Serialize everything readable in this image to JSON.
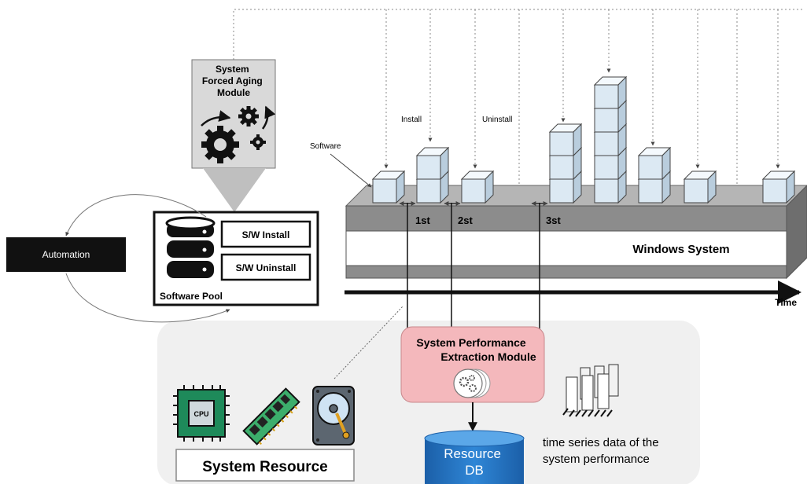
{
  "aging_module": {
    "title": "System Forced Aging Module",
    "title_lines": [
      "System",
      "Forced Aging",
      "Module"
    ]
  },
  "software_pool": {
    "label": "Software Pool",
    "install_label": "S/W Install",
    "uninstall_label": "S/W Uninstall"
  },
  "automation": {
    "label": "Automation"
  },
  "timeline": {
    "software_label": "Software",
    "install_label": "Install",
    "uninstall_label": "Uninstall",
    "step_1": "1st",
    "step_2": "2st",
    "step_3": "3st",
    "windows_label": "Windows System",
    "time_label": "Time"
  },
  "extraction_module": {
    "title": "System Performance Extraction Module",
    "title_lines": [
      "System Performance",
      "Extraction Module"
    ]
  },
  "resource_db": {
    "label": "Resource DB",
    "label_lines": [
      "Resource",
      "DB"
    ]
  },
  "system_resource": {
    "label": "System Resource",
    "cpu_text": "CPU",
    "icons": [
      "cpu-icon",
      "ram-icon",
      "hard-disk-icon"
    ]
  },
  "time_series": {
    "label": "time series data of the system performance",
    "label_lines": [
      "time series data of the",
      "system performance"
    ]
  },
  "colors": {
    "cube_face": "#dce9f3",
    "platform_gray": "#8c8c8c",
    "extraction_fill": "#f4b8bc",
    "db_blue": "#1f6fbf",
    "automation_fill": "#111111",
    "aging_box_fill": "#d9d9d9",
    "resource_area_fill": "#f0f0f0"
  }
}
